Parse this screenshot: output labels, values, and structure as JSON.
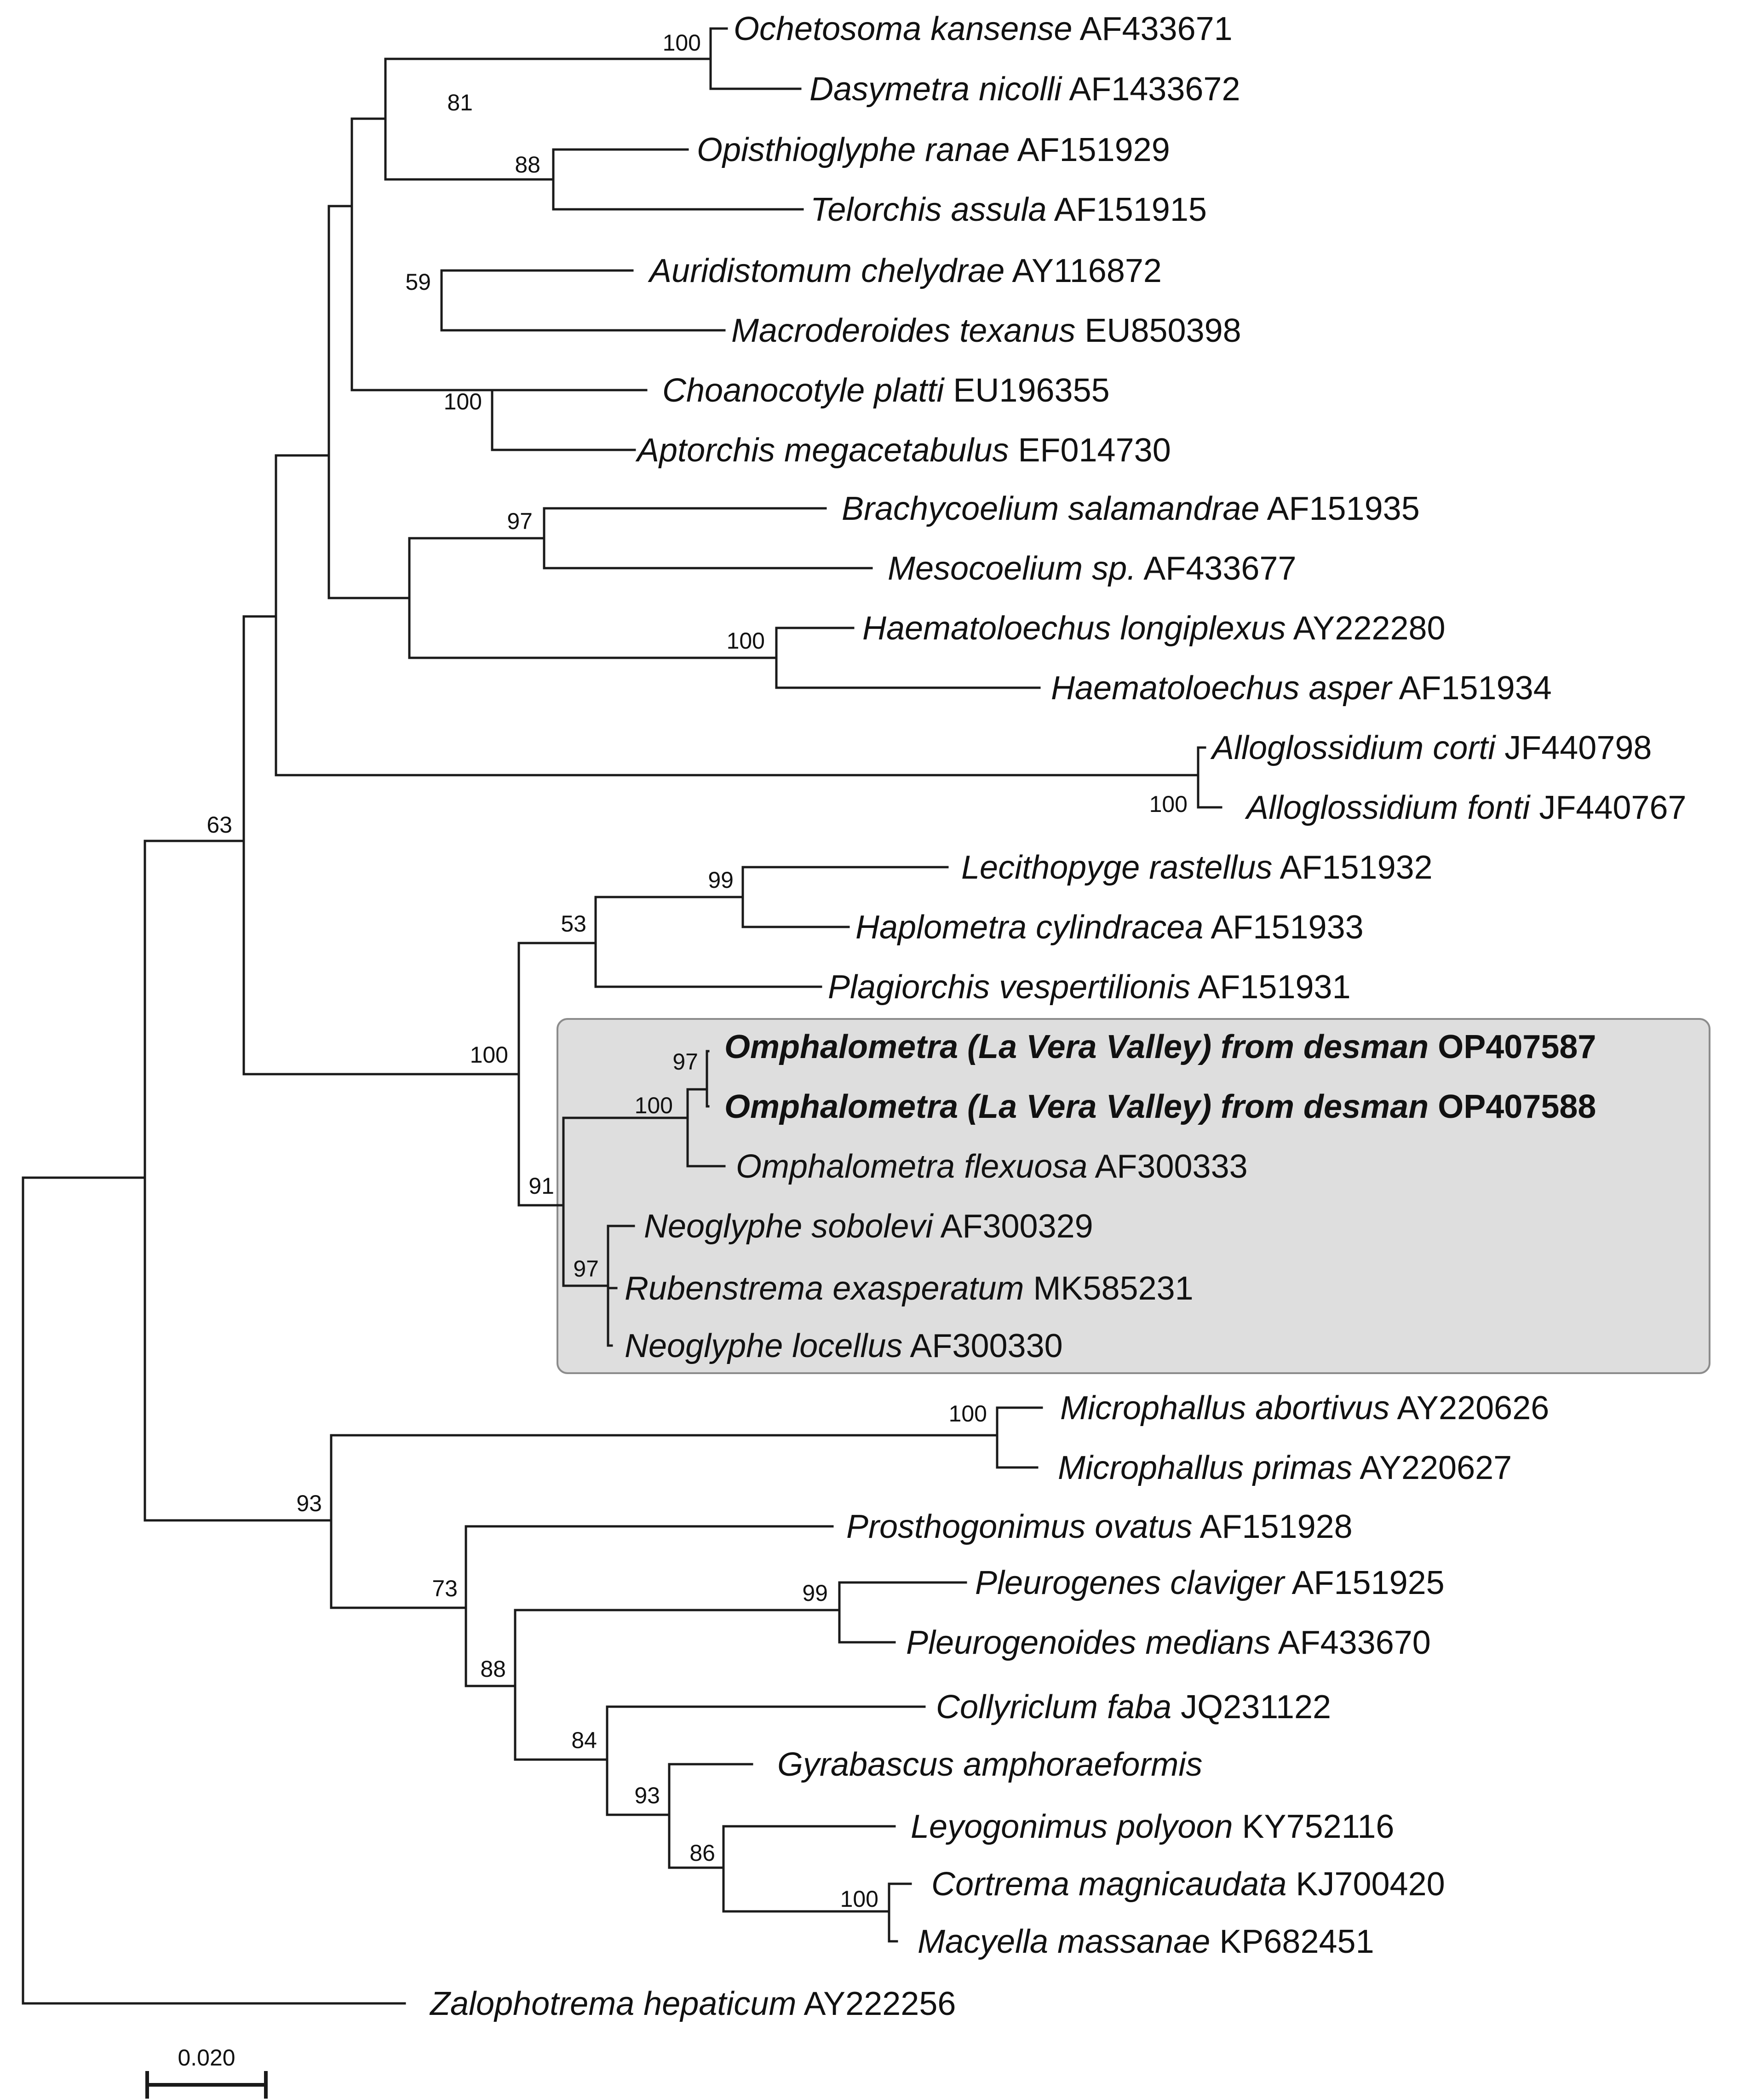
{
  "tree": {
    "highlight_color": "#dedede",
    "line_color": "#1a1a1a",
    "taxa": [
      {
        "name": "Ochetosoma kansense",
        "accession": "AF433671",
        "bold": false
      },
      {
        "name": "Dasymetra nicolli",
        "accession": "AF1433672",
        "bold": false
      },
      {
        "name": "Opisthioglyphe ranae",
        "accession": "AF151929",
        "bold": false
      },
      {
        "name": "Telorchis assula",
        "accession": "AF151915",
        "bold": false
      },
      {
        "name": "Auridistomum chelydrae",
        "accession": "AY116872",
        "bold": false
      },
      {
        "name": "Macroderoides texanus",
        "accession": "EU850398",
        "bold": false
      },
      {
        "name": "Choanocotyle platti",
        "accession": "EU196355",
        "bold": false
      },
      {
        "name": "Aptorchis megacetabulus",
        "accession": "EF014730",
        "bold": false
      },
      {
        "name": "Brachycoelium salamandrae",
        "accession": "AF151935",
        "bold": false
      },
      {
        "name": "Mesocoelium sp.",
        "accession": "AF433677",
        "bold": false
      },
      {
        "name": "Haematoloechus longiplexus",
        "accession": "AY222280",
        "bold": false
      },
      {
        "name": "Haematoloechus asper",
        "accession": "AF151934",
        "bold": false
      },
      {
        "name": "Alloglossidium corti",
        "accession": "JF440798",
        "bold": false
      },
      {
        "name": "Alloglossidium fonti",
        "accession": "JF440767",
        "bold": false
      },
      {
        "name": "Lecithopyge rastellus",
        "accession": "AF151932",
        "bold": false
      },
      {
        "name": "Haplometra cylindracea",
        "accession": "AF151933",
        "bold": false
      },
      {
        "name": "Plagiorchis vespertilionis",
        "accession": "AF151931",
        "bold": false
      },
      {
        "name": "Omphalometra (La Vera Valley) from desman",
        "accession": "OP407587",
        "bold": true
      },
      {
        "name": "Omphalometra (La Vera Valley) from desman",
        "accession": "OP407588",
        "bold": true
      },
      {
        "name": "Omphalometra flexuosa",
        "accession": "AF300333",
        "bold": false
      },
      {
        "name": "Neoglyphe sobolevi",
        "accession": "AF300329",
        "bold": false
      },
      {
        "name": "Rubenstrema exasperatum",
        "accession": "MK585231",
        "bold": false
      },
      {
        "name": "Neoglyphe locellus",
        "accession": "AF300330",
        "bold": false
      },
      {
        "name": "Microphallus abortivus",
        "accession": "AY220626",
        "bold": false
      },
      {
        "name": "Microphallus primas",
        "accession": "AY220627",
        "bold": false
      },
      {
        "name": "Prosthogonimus ovatus",
        "accession": "AF151928",
        "bold": false
      },
      {
        "name": "Pleurogenes claviger",
        "accession": "AF151925",
        "bold": false
      },
      {
        "name": "Pleurogenoides medians",
        "accession": "AF433670",
        "bold": false
      },
      {
        "name": "Collyriclum faba",
        "accession": "JQ231122",
        "bold": false
      },
      {
        "name": "Gyrabascus amphoraeformis",
        "accession": "",
        "bold": false
      },
      {
        "name": "Leyogonimus polyoon",
        "accession": "KY752116",
        "bold": false
      },
      {
        "name": "Cortrema magnicaudata",
        "accession": "KJ700420",
        "bold": false
      },
      {
        "name": "Macyella massanae",
        "accession": "KP682451",
        "bold": false
      },
      {
        "name": "Zalophotrema hepaticum",
        "accession": "AY222256",
        "bold": false
      }
    ],
    "support_values": [
      "100",
      "81",
      "88",
      "59",
      "100",
      "97",
      "100",
      "100",
      "63",
      "99",
      "53",
      "100",
      "97",
      "100",
      "91",
      "97",
      "100",
      "93",
      "73",
      "99",
      "88",
      "84",
      "93",
      "86",
      "100"
    ],
    "scale_bar": {
      "label": "0.020",
      "length": 0.02
    }
  }
}
